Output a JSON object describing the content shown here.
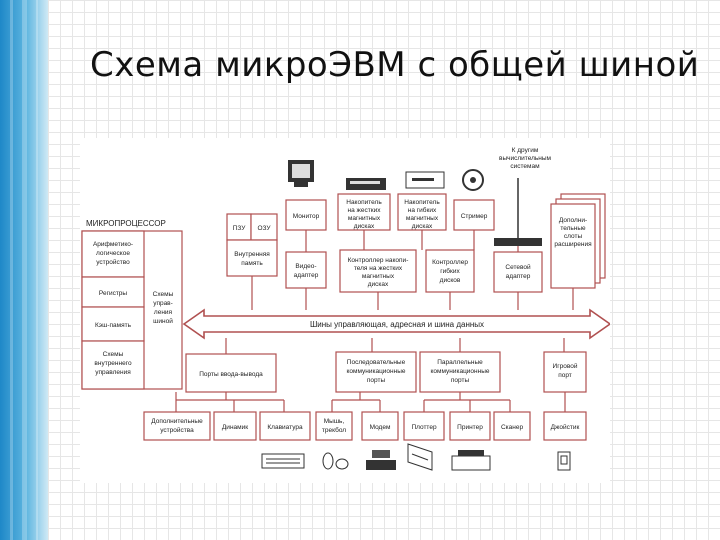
{
  "title": "Схема микроЭВМ с общей шиной",
  "diagram": {
    "cpu_title": "МИКРОПРОЦЕССОР",
    "rom": "ПЗУ",
    "ram": "ОЗУ",
    "alu": [
      "Арифметико-",
      "логическое",
      "устройство"
    ],
    "registers": "Регистры",
    "cache": "Кэш-память",
    "internal_control": [
      "Схемы",
      "внутреннего",
      "управления"
    ],
    "control_circuits": [
      "Схемы",
      "управ-",
      "ления",
      "шиной"
    ],
    "internal_memory": [
      "Внутренняя",
      "память"
    ],
    "monitor": "Монитор",
    "hdd": [
      "Накопитель",
      "на жестких",
      "магнитных",
      "дисках"
    ],
    "fdd": [
      "Накопитель",
      "на гибких",
      "магнитных",
      "дисках"
    ],
    "streamer": "Стример",
    "extension_slots": [
      "Дополни-",
      "тельные",
      "слоты",
      "расширения"
    ],
    "other_systems": [
      "К другим",
      "вычислительным",
      "системам"
    ],
    "video_adapter": [
      "Видео-",
      "адаптер"
    ],
    "hdd_controller": [
      "Контроллер накопи-",
      "теля на жестких",
      "магнитных",
      "дисках"
    ],
    "fdd_controller": [
      "Контроллер",
      "гибких",
      "дисков"
    ],
    "network_adapter": [
      "Сетевой",
      "адаптер"
    ],
    "bus_label": "Шины управляющая, адресная и шина данных",
    "io_ports": "Порты ввода-вывода",
    "serial_ports": [
      "Последовательные",
      "коммуникационные",
      "порты"
    ],
    "parallel_ports": [
      "Параллельные",
      "коммуникационные",
      "порты"
    ],
    "game_port": [
      "Игровой",
      "порт"
    ],
    "extra_devices": [
      "Дополнительные",
      "устройства"
    ],
    "speaker": "Динамик",
    "keyboard": "Клавиатура",
    "mouse": [
      "Мышь,",
      "трекбол"
    ],
    "modem": "Модем",
    "plotter": "Плоттер",
    "printer": "Принтер",
    "scanner": "Сканер",
    "joystick": "Джойстик"
  }
}
